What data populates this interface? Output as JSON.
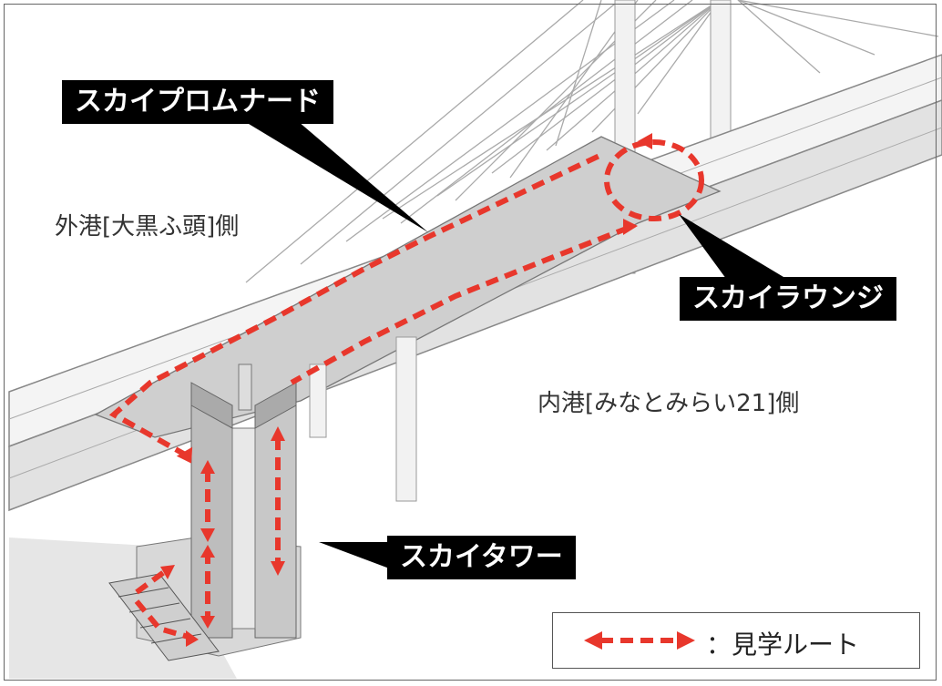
{
  "labels": {
    "sky_promenade": "スカイプロムナード",
    "outer_harbor": "外港[大黒ふ頭]側",
    "sky_lounge": "スカイラウンジ",
    "inner_harbor": "内港[みなとみらい21]側",
    "sky_tower": "スカイタワー"
  },
  "legend": {
    "text": "：見学ルート"
  },
  "colors": {
    "route": "#e8372c",
    "label_bg": "#000000",
    "structure": "#9a9a9a"
  }
}
